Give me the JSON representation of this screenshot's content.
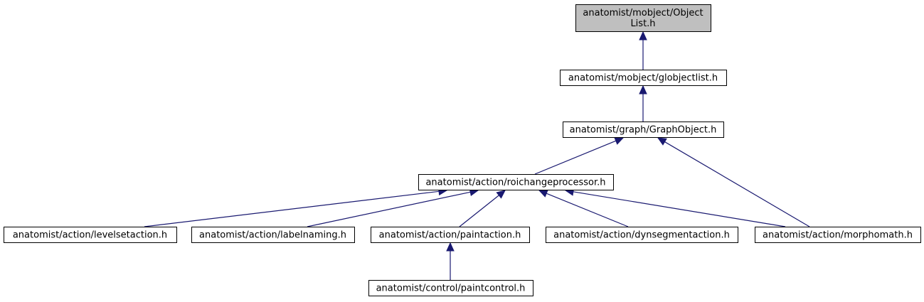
{
  "colors": {
    "background": "#ffffff",
    "node_fill": "#ffffff",
    "root_fill": "#bfbfbf",
    "node_border": "#000000",
    "edge": "#191970"
  },
  "diagram": {
    "type": "include-dependency-graph",
    "nodes": [
      {
        "id": "objectlist",
        "label_lines": [
          "anatomist/mobject/Object",
          "List.h"
        ],
        "highlighted": true
      },
      {
        "id": "globjectlist",
        "label_lines": [
          "anatomist/mobject/globjectlist.h"
        ],
        "highlighted": false
      },
      {
        "id": "graphobject",
        "label_lines": [
          "anatomist/graph/GraphObject.h"
        ],
        "highlighted": false
      },
      {
        "id": "roichangeprocessor",
        "label_lines": [
          "anatomist/action/roichangeprocessor.h"
        ],
        "highlighted": false
      },
      {
        "id": "levelsetaction",
        "label_lines": [
          "anatomist/action/levelsetaction.h"
        ],
        "highlighted": false
      },
      {
        "id": "labelnaming",
        "label_lines": [
          "anatomist/action/labelnaming.h"
        ],
        "highlighted": false
      },
      {
        "id": "paintaction",
        "label_lines": [
          "anatomist/action/paintaction.h"
        ],
        "highlighted": false
      },
      {
        "id": "dynsegmentaction",
        "label_lines": [
          "anatomist/action/dynsegmentaction.h"
        ],
        "highlighted": false
      },
      {
        "id": "morphomath",
        "label_lines": [
          "anatomist/action/morphomath.h"
        ],
        "highlighted": false
      },
      {
        "id": "paintcontrol",
        "label_lines": [
          "anatomist/control/paintcontrol.h"
        ],
        "highlighted": false
      }
    ],
    "edges": [
      {
        "from": "globjectlist",
        "to": "objectlist"
      },
      {
        "from": "graphobject",
        "to": "globjectlist"
      },
      {
        "from": "roichangeprocessor",
        "to": "graphobject"
      },
      {
        "from": "morphomath",
        "to": "graphobject"
      },
      {
        "from": "levelsetaction",
        "to": "roichangeprocessor"
      },
      {
        "from": "labelnaming",
        "to": "roichangeprocessor"
      },
      {
        "from": "paintaction",
        "to": "roichangeprocessor"
      },
      {
        "from": "dynsegmentaction",
        "to": "roichangeprocessor"
      },
      {
        "from": "morphomath",
        "to": "roichangeprocessor"
      },
      {
        "from": "paintcontrol",
        "to": "paintaction"
      }
    ]
  }
}
